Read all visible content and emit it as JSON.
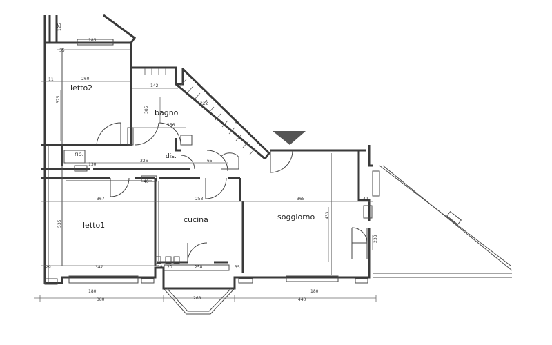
{
  "rooms": {
    "letto2": "letto2",
    "bagno": "bagno",
    "rip": "rip.",
    "dis": "dis.",
    "letto1": "letto1",
    "cucina": "cucina",
    "soggiorno": "soggiorno"
  },
  "dimensions": {
    "d125": "125",
    "d185": "185",
    "d35": "35",
    "d11": "11",
    "d260": "260",
    "d375": "375",
    "d142": "142",
    "d385": "385",
    "d256": "256",
    "d212": "212",
    "d87": "87",
    "d326": "326",
    "d65": "65",
    "d130": "130",
    "d40": "40",
    "d367": "367",
    "d253": "253",
    "d365": "365",
    "d49": "49",
    "d535": "535",
    "d433": "433",
    "d347": "347",
    "d29": "29",
    "d258": "258",
    "d28": "28",
    "d20": "20",
    "d268": "268",
    "d380": "380",
    "d440": "440",
    "d180a": "180",
    "d180b": "180",
    "d238": "238"
  }
}
